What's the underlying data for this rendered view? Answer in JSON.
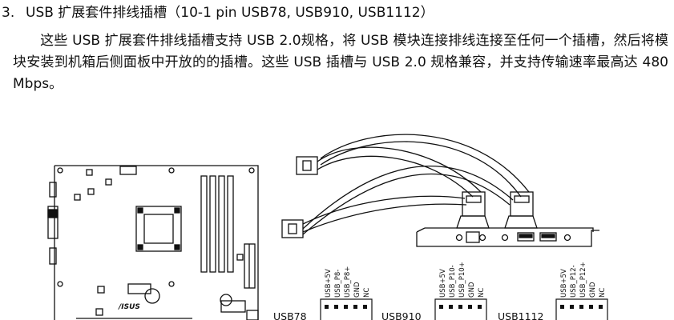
{
  "section": {
    "number": "3.",
    "title": "USB 扩展套件排线插槽（10-1 pin USB78, USB910, USB1112）"
  },
  "paragraph": "这些 USB 扩展套件排线插槽支持 USB 2.0规格，将 USB 模块连接排线连接至任何一个插槽，然后将模块安装到机箱后侧面板中开放的的插槽。这些 USB 插槽与 USB 2.0 规格兼容，并支持传输速率最高达 480 Mbps。",
  "figure": {
    "board_logo": "/ISUS",
    "headers": [
      {
        "name": "USB78",
        "pins": [
          "USB+5V",
          "USB_P8-",
          "USB_P8+",
          "GND",
          "NC"
        ]
      },
      {
        "name": "USB910",
        "pins": [
          "USB+5V",
          "USB_P10-",
          "USB_P10+",
          "GND",
          "NC"
        ]
      },
      {
        "name": "USB1112",
        "pins": [
          "USB+5V",
          "USB_P12-",
          "USB_P12+",
          "GND",
          "NC"
        ]
      }
    ]
  }
}
